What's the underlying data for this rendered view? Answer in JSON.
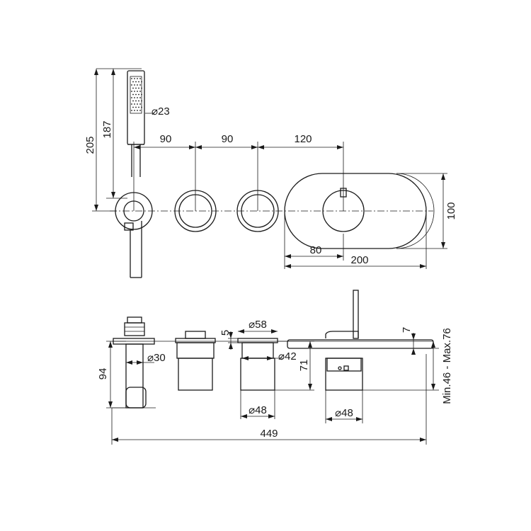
{
  "dimensions": {
    "hand_shower_total_height": "205",
    "hand_shower_body_height": "187",
    "hand_shower_diameter": "⌀23",
    "spacing_1": "90",
    "spacing_2": "90",
    "spacing_3": "120",
    "plate_height": "100",
    "plate_offset": "80",
    "plate_width": "200",
    "outlet_diameter": "⌀30",
    "outlet_depth": "94",
    "knob_plate_thickness": "5",
    "knob_diameter": "⌀58",
    "body_diameter": "⌀42",
    "body_depth": "71",
    "body_base_diameter": "⌀48",
    "mixer_plate_thickness": "7",
    "mixer_base_diameter": "⌀48",
    "wall_range": "Min.46 - Max.76",
    "overall_length": "449"
  },
  "colors": {
    "line": "#1a1a1a",
    "background": "#ffffff"
  }
}
